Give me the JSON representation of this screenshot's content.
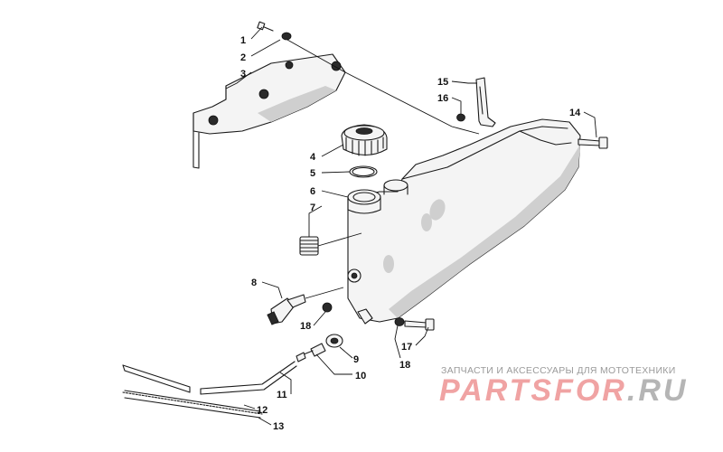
{
  "callouts": [
    {
      "n": "1"
    },
    {
      "n": "2"
    },
    {
      "n": "3"
    },
    {
      "n": "4"
    },
    {
      "n": "5"
    },
    {
      "n": "6"
    },
    {
      "n": "7"
    },
    {
      "n": "8"
    },
    {
      "n": "9"
    },
    {
      "n": "10"
    },
    {
      "n": "11"
    },
    {
      "n": "12"
    },
    {
      "n": "13"
    },
    {
      "n": "14"
    },
    {
      "n": "15"
    },
    {
      "n": "16"
    },
    {
      "n": "17"
    },
    {
      "n": "18a"
    },
    {
      "n": "18b"
    }
  ],
  "labels": {
    "c1": "1",
    "c2": "2",
    "c3": "3",
    "c4": "4",
    "c5": "5",
    "c6": "6",
    "c7": "7",
    "c8": "8",
    "c9": "9",
    "c10": "10",
    "c11": "11",
    "c12": "12",
    "c13": "13",
    "c14": "14",
    "c15": "15",
    "c16": "16",
    "c17": "17",
    "c18a": "18",
    "c18b": "18"
  },
  "watermark": {
    "tagline": "ЗАПЧАСТИ И АКСЕССУАРЫ ДЛЯ МОТОТЕХНИКИ",
    "brand_main": "PARTSFOR",
    "brand_suffix": ".RU",
    "colors": {
      "brand": "#f0a3a3",
      "suffix": "#b5b5b5",
      "tagline": "#9a9a9a"
    }
  }
}
